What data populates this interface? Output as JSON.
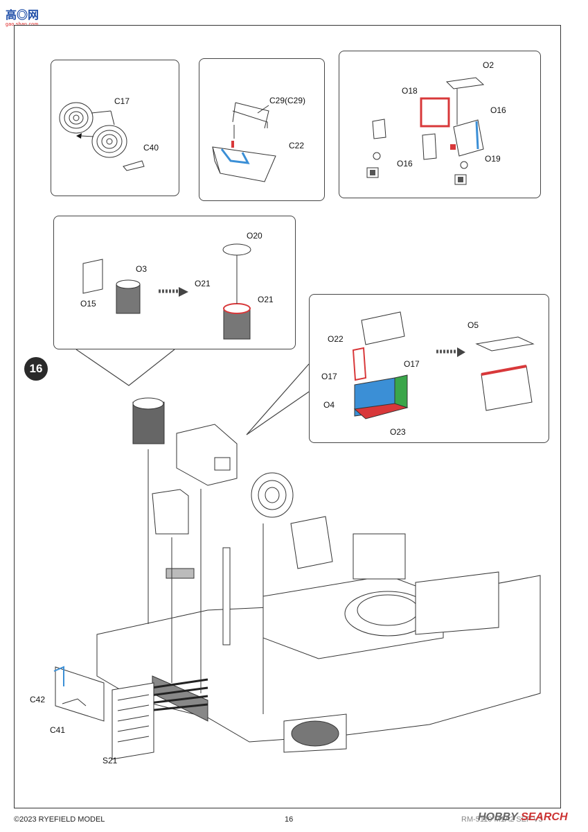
{
  "watermark_top": {
    "brand": "高◎网",
    "url": "gao.shan.com"
  },
  "step": {
    "number": "16"
  },
  "panels": {
    "p1": {
      "labels": {
        "c17": "C17",
        "c40": "C40"
      }
    },
    "p2": {
      "labels": {
        "c29": "C29(C29)",
        "c22": "C22"
      }
    },
    "p3": {
      "labels": {
        "o2": "O2",
        "o18": "O18",
        "o16a": "O16",
        "o16b": "O16",
        "o19": "O19"
      }
    },
    "p4": {
      "labels": {
        "o20": "O20",
        "o3": "O3",
        "o21a": "O21",
        "o21b": "O21",
        "o15": "O15"
      }
    },
    "p5": {
      "labels": {
        "o5": "O5",
        "o22": "O22",
        "o17a": "O17",
        "o17b": "O17",
        "o4": "O4",
        "o23": "O23"
      }
    }
  },
  "main": {
    "labels": {
      "c42": "C42",
      "c41": "C41",
      "s21": "S21"
    }
  },
  "footer": {
    "copyright": "©2023 RYEFIELD MODEL",
    "page": "16",
    "code": "RM-5110 M1A2 SEP V3"
  },
  "watermark_bottom": {
    "brand": "HOBBY",
    "suffix": "SEARCH"
  },
  "colors": {
    "red": "#d8383a",
    "blue": "#3b8fd6",
    "green": "#3aa64a",
    "line": "#333333"
  }
}
